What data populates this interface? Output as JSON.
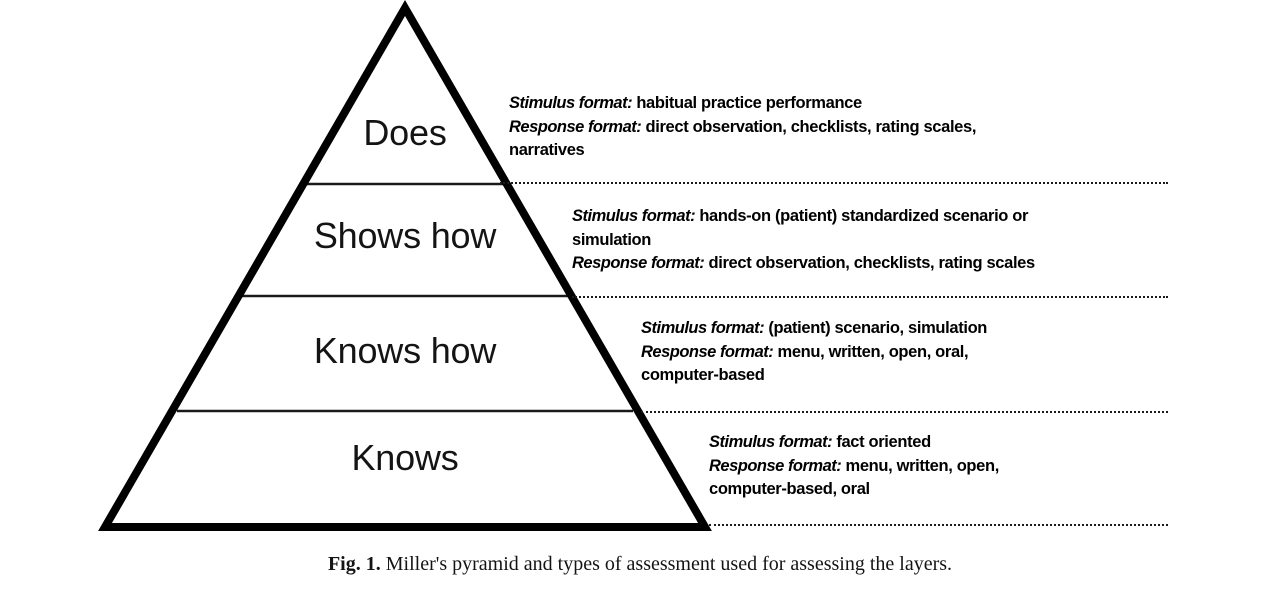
{
  "figure": {
    "caption_number": "Fig. 1.",
    "caption_text": "Miller's pyramid and types of assessment used for assessing the layers."
  },
  "pyramid": {
    "tiers": [
      {
        "id": "does",
        "label": "Does"
      },
      {
        "id": "shows-how",
        "label": "Shows how"
      },
      {
        "id": "knows-how",
        "label": "Knows how"
      },
      {
        "id": "knows",
        "label": "Knows"
      }
    ]
  },
  "assessments": [
    {
      "tier": "does",
      "stimulus_label": "Stimulus format:",
      "stimulus_value": " habitual practice performance",
      "response_label": "Response format:",
      "response_value": " direct observation, checklists, rating scales,",
      "response_value_cont": "narratives"
    },
    {
      "tier": "shows-how",
      "stimulus_label": "Stimulus format:",
      "stimulus_value": " hands-on (patient) standardized scenario or",
      "stimulus_value_cont": "simulation",
      "response_label": "Response format:",
      "response_value": " direct observation, checklists, rating scales"
    },
    {
      "tier": "knows-how",
      "stimulus_label": "Stimulus format:",
      "stimulus_value": " (patient) scenario, simulation",
      "response_label": "Response format:",
      "response_value": " menu, written, open, oral,",
      "response_value_cont": "computer-based"
    },
    {
      "tier": "knows",
      "stimulus_label": "Stimulus format:",
      "stimulus_value": " fact oriented",
      "response_label": "Response format:",
      "response_value": " menu, written, open,",
      "response_value_cont": "computer-based, oral"
    }
  ],
  "colors": {
    "outline": "#000000",
    "divider": "#1a1a1a",
    "leader": "#1a1a1a",
    "background": "#ffffff",
    "text": "#000000"
  }
}
